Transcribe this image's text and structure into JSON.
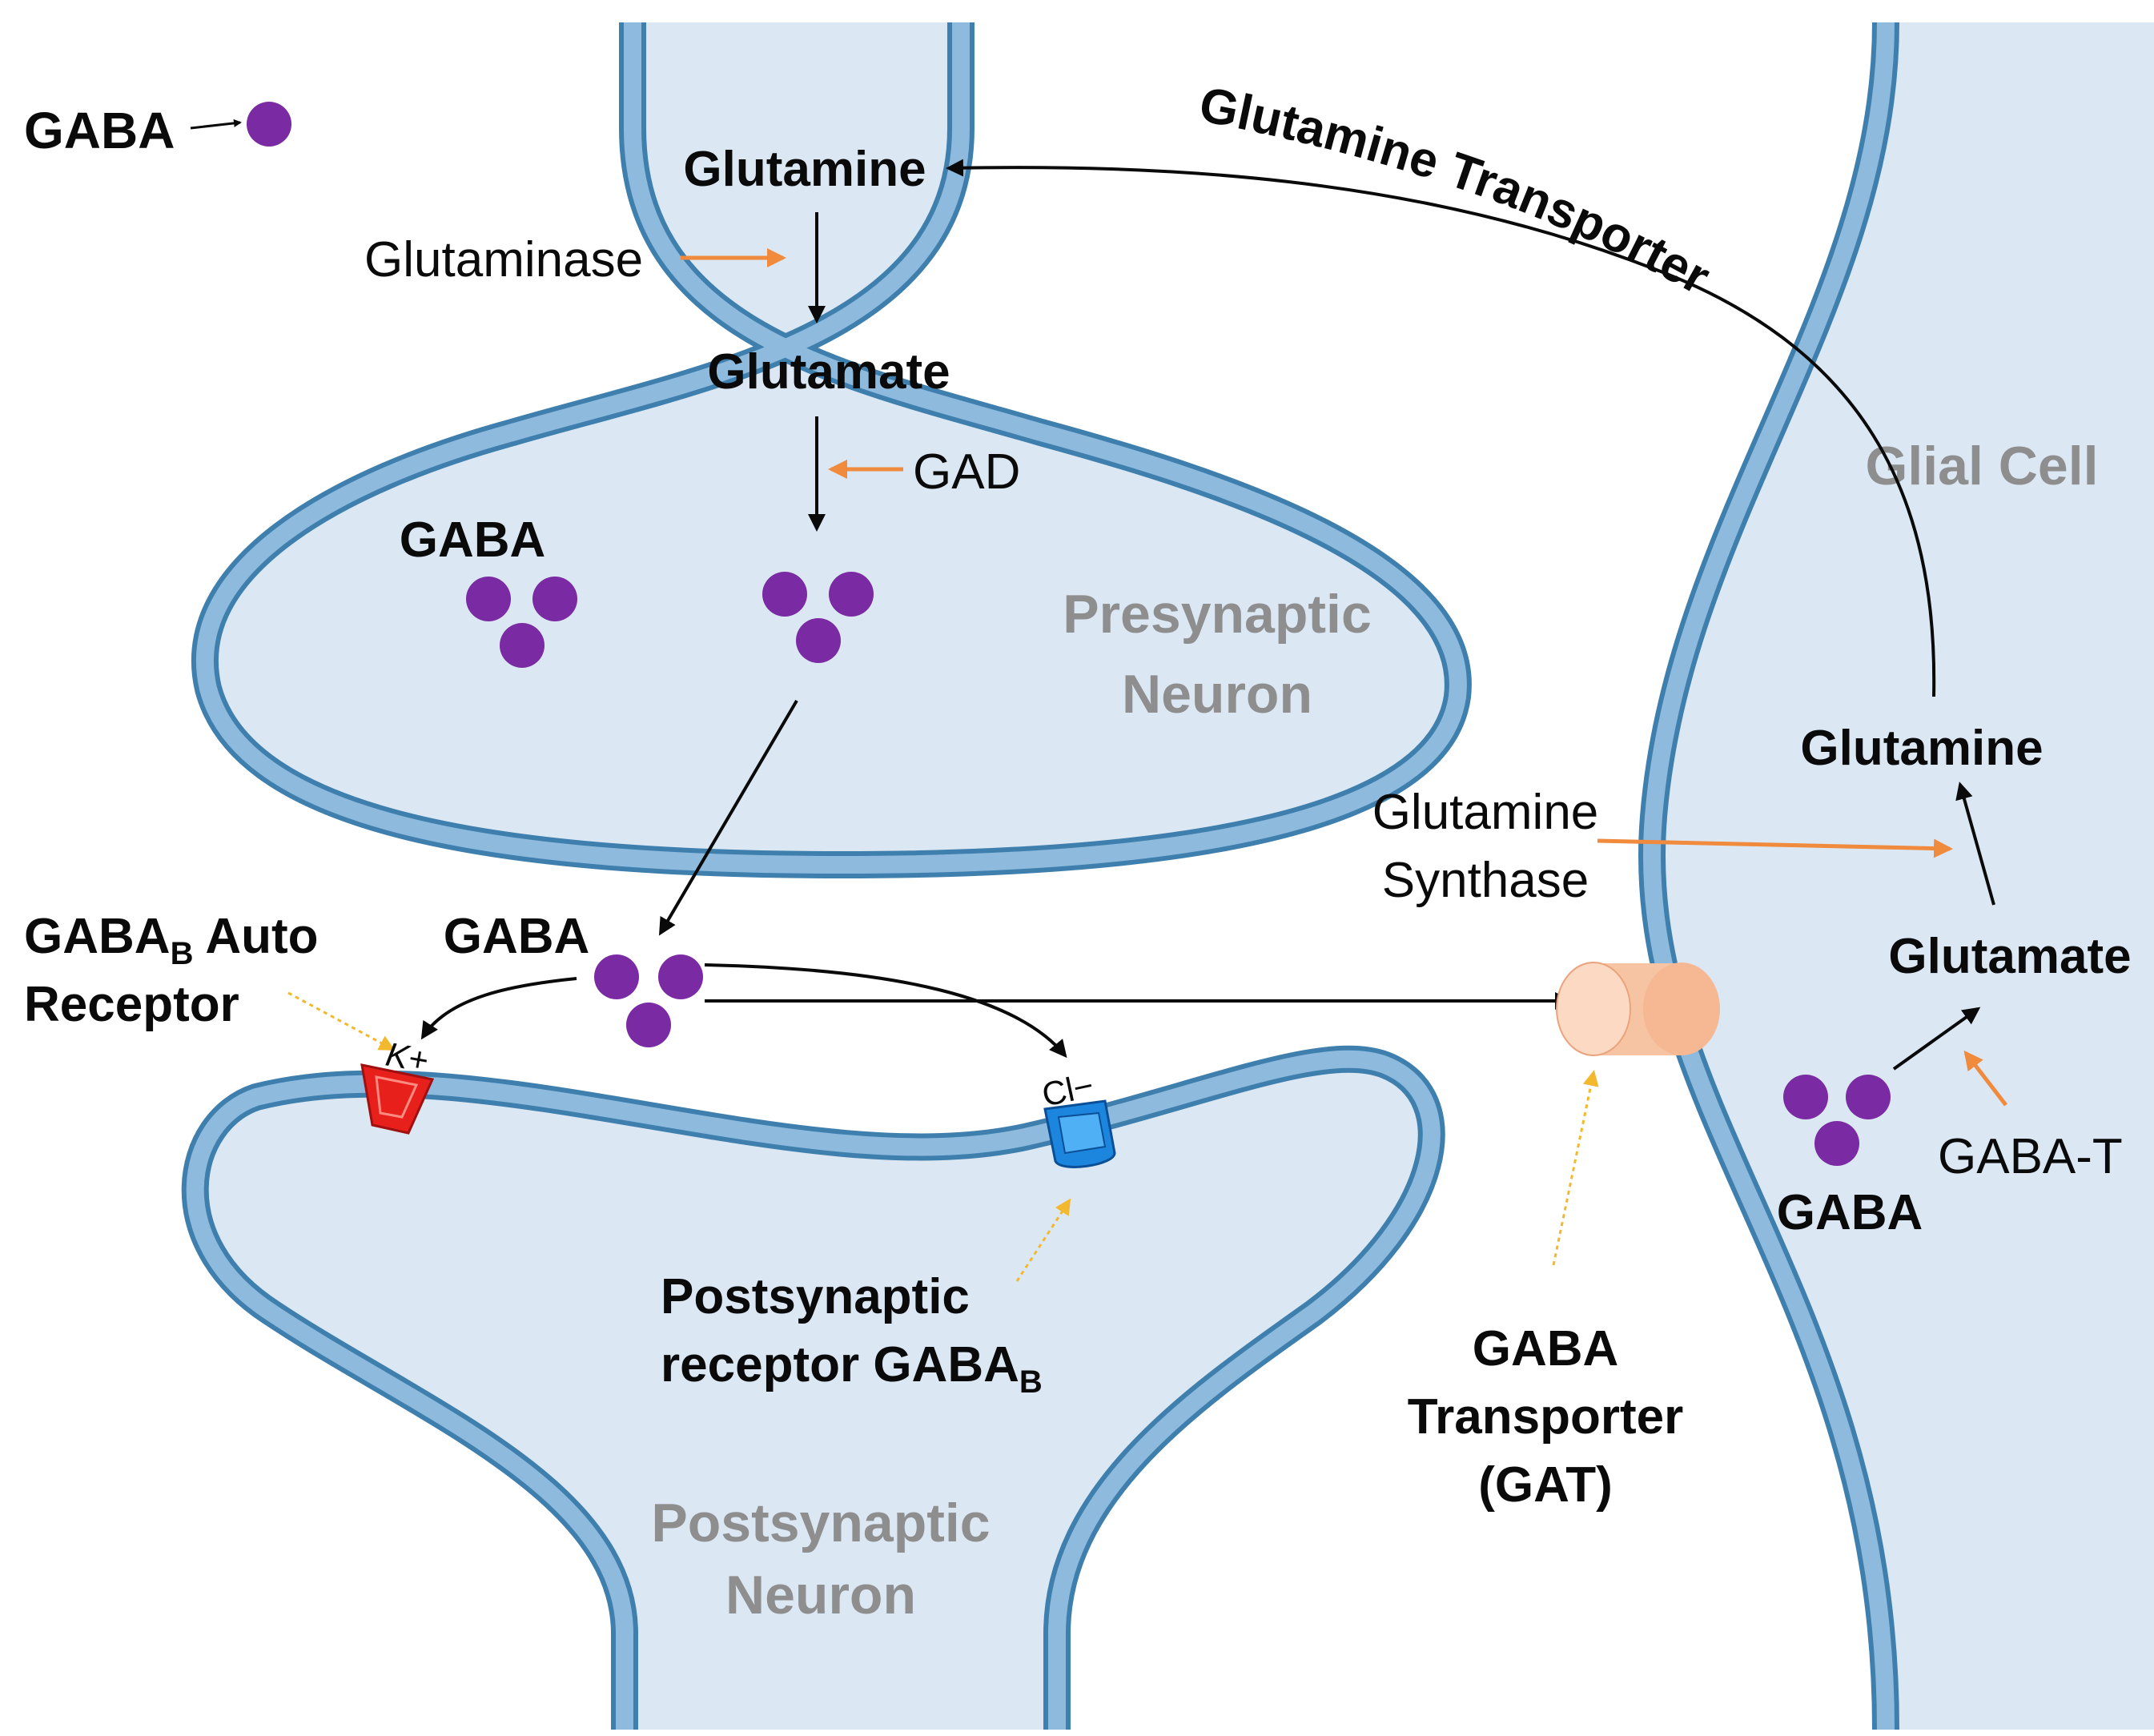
{
  "legend": {
    "label": "GABA"
  },
  "presynaptic": {
    "title_line1": "Presynaptic",
    "title_line2": "Neuron",
    "glutamine": "Glutamine",
    "glutaminase": "Glutaminase",
    "glutamate": "Glutamate",
    "gad": "GAD",
    "gaba": "GABA"
  },
  "cleft": {
    "gaba": "GABA",
    "auto_receptor_line1": "GABA",
    "auto_receptor_sub": "B",
    "auto_receptor_rest": " Auto",
    "auto_receptor_line2": "Receptor",
    "k_ion": "K+",
    "cl_ion": "Cl−"
  },
  "postsynaptic": {
    "receptor_line1": "Postsynaptic",
    "receptor_line2": "receptor GABA",
    "receptor_sub": "B",
    "title_line1": "Postsynaptic",
    "title_line2": "Neuron"
  },
  "transporter": {
    "line1": "GABA",
    "line2": "Transporter",
    "line3": "(GAT)"
  },
  "glial": {
    "title": "Glial Cell",
    "glutamine_transporter": "Glutamine Transporter",
    "glutamine": "Glutamine",
    "synthase_line1": "Glutamine",
    "synthase_line2": "Synthase",
    "glutamate": "Glutamate",
    "gaba": "GABA",
    "gaba_t": "GABA-T"
  },
  "colors": {
    "cell_fill": "#dbe8f4",
    "membrane": "#7fb1d6",
    "membrane_edge": "#3f7fae",
    "molecule": "#7a2aa3",
    "enzyme_arrow": "#f08a3c",
    "pointer": "#f2b82e",
    "auto_receptor": "#e8201c",
    "postsynaptic_receptor": "#1c86df",
    "transporter": "#f7c4a3"
  }
}
